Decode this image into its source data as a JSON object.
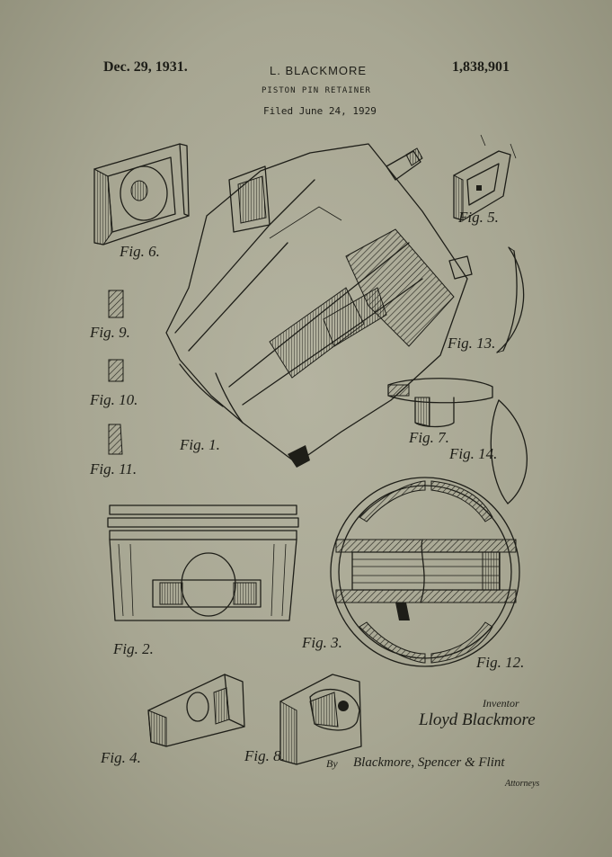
{
  "header": {
    "date": "Dec. 29, 1931.",
    "inventor": "L. BLACKMORE",
    "patent_number": "1,838,901",
    "title": "PISTON PIN RETAINER",
    "filed": "Filed June 24, 1929"
  },
  "figures": {
    "fig1": "Fig. 1.",
    "fig2": "Fig. 2.",
    "fig3": "Fig. 3.",
    "fig4": "Fig. 4.",
    "fig5": "Fig. 5.",
    "fig6": "Fig. 6.",
    "fig7": "Fig. 7.",
    "fig8": "Fig. 8.",
    "fig9": "Fig. 9.",
    "fig10": "Fig. 10.",
    "fig11": "Fig. 11.",
    "fig12": "Fig. 12.",
    "fig13": "Fig. 13.",
    "fig14": "Fig. 14."
  },
  "signature": {
    "inventor_label": "Inventor",
    "inventor_name": "Lloyd Blackmore",
    "by": "By",
    "attorneys_signature": "Blackmore, Spencer & Flint",
    "attorneys_label": "Attorneys"
  },
  "colors": {
    "paper": "#a9a995",
    "ink": "#1e1e18"
  }
}
